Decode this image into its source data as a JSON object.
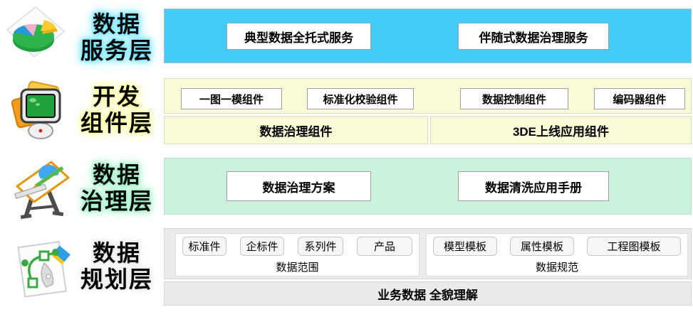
{
  "layers": {
    "service": {
      "label": [
        "数据",
        "服务层"
      ],
      "icon": "pie-chart-icon",
      "band_color": "#45cbf8",
      "glow_color": "#72e4ff",
      "boxes": [
        "典型数据全托式服务",
        "伴随式数据治理服务"
      ]
    },
    "dev": {
      "label": [
        "开发",
        "组件层"
      ],
      "icon": "computer-icon",
      "band_color": "#fafad8",
      "glow_color": "#ffff9c",
      "component_boxes": [
        "一图一模组件",
        "标准化校验组件",
        "数据控制组件",
        "编码器组件"
      ],
      "cells": [
        "数据治理组件",
        "3DE上线应用组件"
      ]
    },
    "governance": {
      "label": [
        "数据",
        "治理层"
      ],
      "icon": "drafting-table-icon",
      "band_color": "#cbf2dc",
      "glow_color": "#98f0c0",
      "boxes": [
        "数据治理方案",
        "数据清洗应用手册"
      ]
    },
    "planning": {
      "label": [
        "数据",
        "规划层"
      ],
      "icon": "vector-pen-icon",
      "band_color": "#ebebeb",
      "glow_color": "#ececec",
      "groups": [
        {
          "items": [
            "标准件",
            "企标件",
            "系列件",
            "产品"
          ],
          "label": "数据范围"
        },
        {
          "items": [
            "模型模板",
            "属性模板",
            "工程图模板"
          ],
          "label": "数据规范"
        }
      ],
      "footer": "业务数据 全貌理解"
    }
  }
}
